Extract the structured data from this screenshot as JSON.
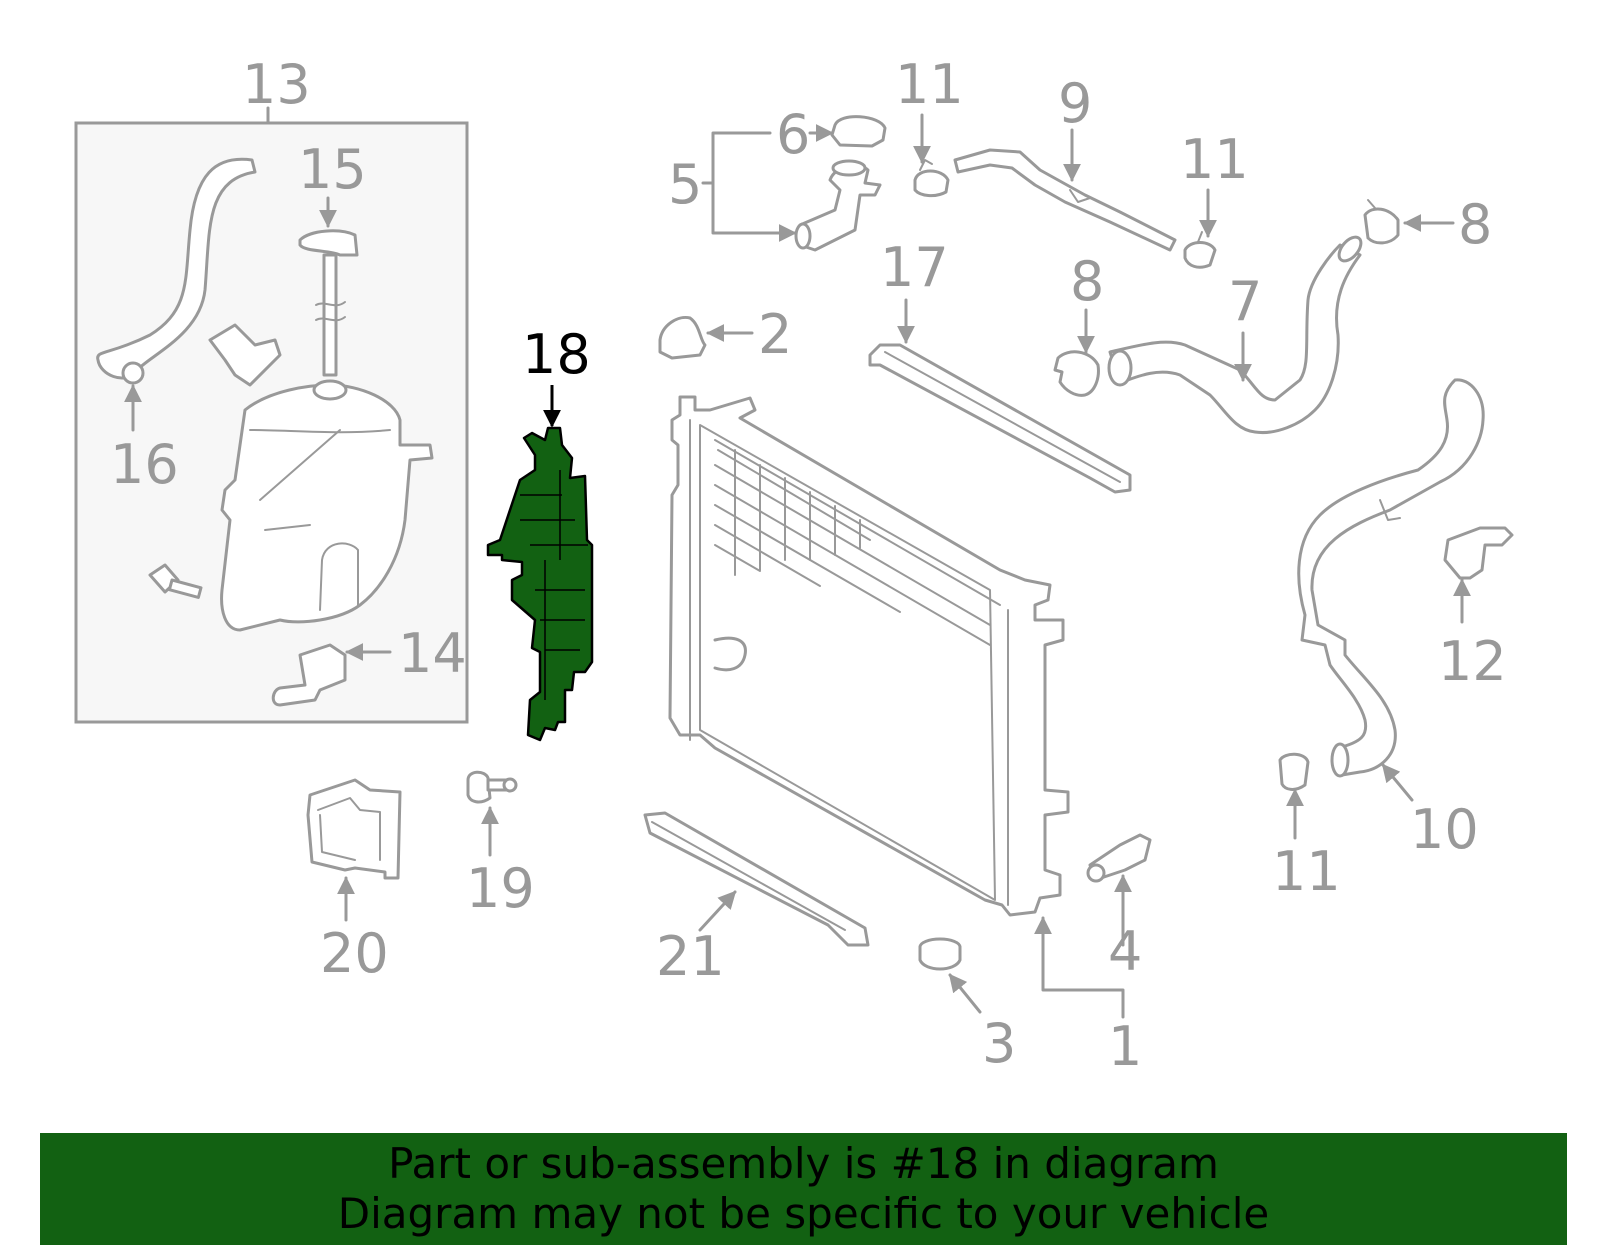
{
  "diagram": {
    "highlighted_part": "18",
    "highlight_color": "#126112",
    "line_color": "#999999",
    "callouts": [
      "13",
      "15",
      "16",
      "14",
      "18",
      "19",
      "20",
      "21",
      "5",
      "6",
      "11",
      "9",
      "11",
      "17",
      "2",
      "8",
      "7",
      "8",
      "3",
      "1",
      "4",
      "12",
      "11",
      "10"
    ]
  },
  "banner": {
    "line1": "Part or sub-assembly is #18 in diagram",
    "line2": "Diagram may not be specific to your vehicle",
    "background": "#126112"
  }
}
